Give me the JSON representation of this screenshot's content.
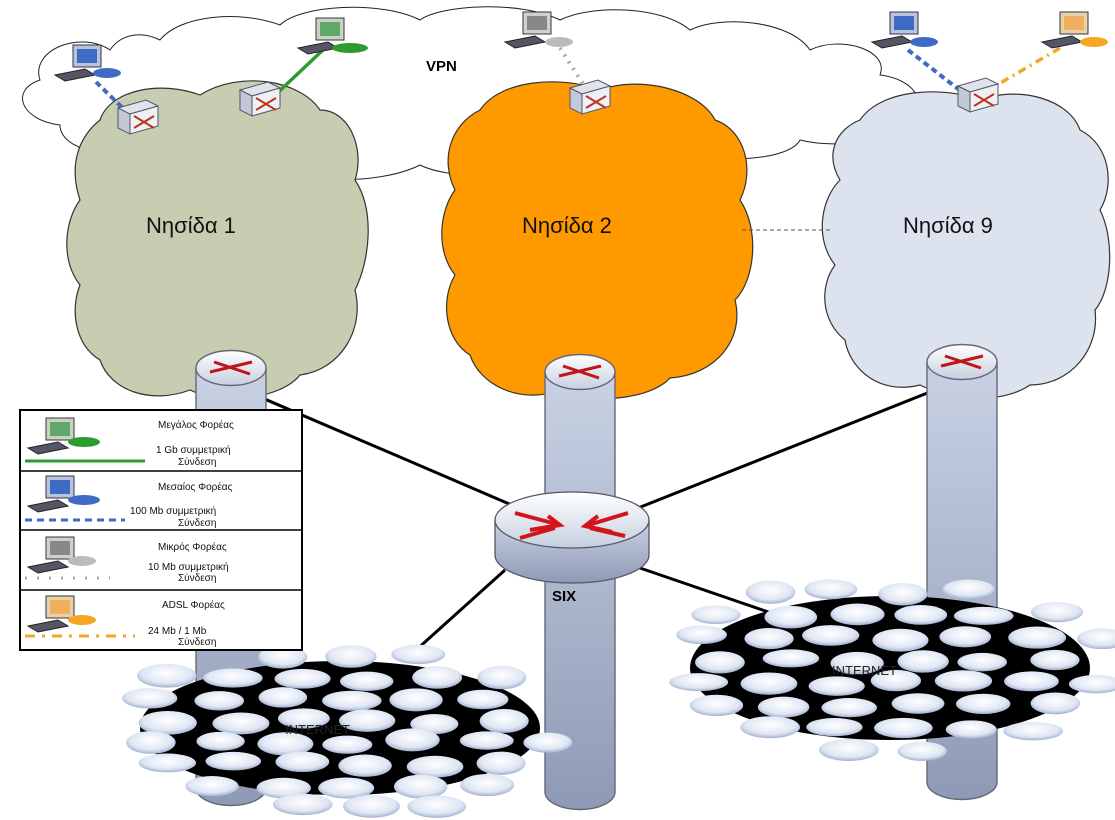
{
  "vpn_label": "VPN",
  "six_label": "SIX",
  "islands": [
    {
      "label": "Νησίδα 1",
      "color": "#c6cdb0"
    },
    {
      "label": "Νησίδα 2",
      "color": "#ff9900"
    },
    {
      "label": "Νησίδα 9",
      "color": "#dde3ee"
    }
  ],
  "internet_labels": [
    "INTERNET",
    "INTERNET"
  ],
  "legend": [
    {
      "name": "Μεγάλος Φορέας",
      "speed": "1 Gb συμμετρική",
      "conn": "Σύνδεση",
      "color": "#2e9b2e",
      "style": "solid",
      "icon": "green-computer-icon"
    },
    {
      "name": "Μεσαίος Φορέας",
      "speed": "100 Mb συμμετρική",
      "conn": "Σύνδεση",
      "color": "#3f6bc4",
      "style": "dashed",
      "icon": "blue-computer-icon"
    },
    {
      "name": "Μικρός Φορέας",
      "speed": "10 Mb συμμετρική",
      "conn": "Σύνδεση",
      "color": "#a8a8a8",
      "style": "dotted",
      "icon": "gray-computer-icon"
    },
    {
      "name": "ADSL Φορέας",
      "speed": "24 Mb / 1 Mb",
      "conn": "Σύνδεση",
      "color": "#f5a623",
      "style": "dashdot",
      "icon": "orange-computer-icon"
    }
  ]
}
